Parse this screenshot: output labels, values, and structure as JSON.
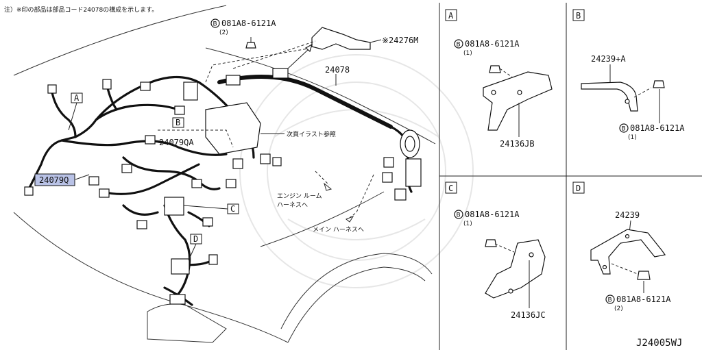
{
  "header_note": "注）※印の部品は部品コード24078の構成を示します。",
  "diagram_code": "J24005WJ",
  "main_view": {
    "bolt_top": {
      "circle": "B",
      "part": "081A8-6121A",
      "qty": "(2)"
    },
    "part_24276M": "※24276M",
    "part_24078": "24078",
    "part_24079Q": "24079Q",
    "part_24079QA": "24079QA",
    "callout_A": "A",
    "callout_B": "B",
    "callout_C": "C",
    "callout_D": "D",
    "note_next_page": "次頁イラスト参照",
    "to_engine_room_1": "エンジン ルーム",
    "to_engine_room_2": "ハーネスへ",
    "to_main_harness": "メイン ハーネスへ"
  },
  "panels": [
    {
      "id": "A",
      "bolt_circle": "B",
      "bolt_part": "081A8-6121A",
      "bolt_qty": "(1)",
      "part": "24136JB"
    },
    {
      "id": "B",
      "bolt_circle": "B",
      "bolt_part": "081A8-6121A",
      "bolt_qty": "(1)",
      "part": "24239+A"
    },
    {
      "id": "C",
      "bolt_circle": "B",
      "bolt_part": "081A8-6121A",
      "bolt_qty": "(1)",
      "part": "24136JC"
    },
    {
      "id": "D",
      "bolt_circle": "B",
      "bolt_part": "081A8-6121A",
      "bolt_qty": "(2)",
      "part": "24239"
    }
  ],
  "colors": {
    "highlight": "#b9c2e6",
    "line": "#111111"
  }
}
